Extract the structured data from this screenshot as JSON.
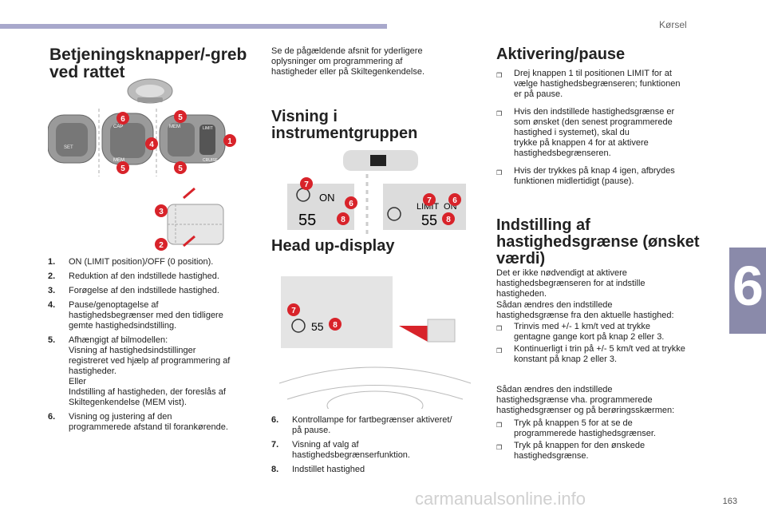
{
  "section_label": "Kørsel",
  "chapter_number": "6",
  "page_number": "163",
  "watermark": "carmanualsonline.info",
  "left": {
    "title": "Betjeningsknapper/-greb\nved rattet",
    "items": [
      {
        "num": "1.",
        "text": "ON (LIMIT position)/OFF (0 position)."
      },
      {
        "num": "2.",
        "text": "Reduktion af den indstillede hastighed."
      },
      {
        "num": "3.",
        "text": "Forøgelse af den indstillede hastighed."
      },
      {
        "num": "4.",
        "text": "Pause/genoptagelse af\nhastighedsbegrænser med den tidligere\ngemte hastighedsindstilling."
      },
      {
        "num": "5.",
        "text": "Afhængigt af bilmodellen:\nVisning af hastighedsindstillinger\nregistreret ved hjælp af programmering af\nhastigheder.\nEller\nIndstilling af hastigheden, der foreslås af\nSkiltegenkendelse (MEM vist)."
      },
      {
        "num": "6.",
        "text": "Visning og justering af den\nprogrammerede afstand til forankørende."
      }
    ],
    "badges": [
      "6",
      "5",
      "4",
      "1",
      "5",
      "5",
      "3",
      "2"
    ],
    "lever_labels": {
      "cap": "CAP",
      "mem1": "MEM",
      "mem2": "MEM",
      "limit": "LIMIT",
      "cruise": "CRUISE"
    }
  },
  "middle": {
    "intro": "Se de pågældende afsnit for yderligere\noplysninger om programmering af\nhastigheder eller på Skiltegenkendelse.",
    "title1": "Visning i\ninstrumentgruppen",
    "cluster_left": {
      "on": "ON",
      "speed": "55",
      "badges": [
        "7",
        "6",
        "8"
      ]
    },
    "cluster_right": {
      "limit_on": "LIMIT  ON",
      "speed": "55",
      "badges": [
        "7",
        "6",
        "8"
      ]
    },
    "title2": "Head up-display",
    "hud": {
      "speed": "55",
      "badges": [
        "7",
        "8"
      ]
    },
    "items": [
      {
        "num": "6.",
        "text": "Kontrollampe for fartbegrænser aktiveret/\npå pause."
      },
      {
        "num": "7.",
        "text": "Visning af valg af\nhastighedsbegrænserfunktion."
      },
      {
        "num": "8.",
        "text": "Indstillet hastighed"
      }
    ]
  },
  "right": {
    "title1": "Aktivering/pause",
    "bullets1": [
      "Drej knappen 1 til positionen LIMIT for at\nvælge hastighedsbegrænseren; funktionen\ner på pause.",
      "Hvis den indstillede hastighedsgrænse er\nsom ønsket (den senest programmerede\nhastighed i systemet), skal du\ntrykke på knappen 4 for at aktivere\nhastighedsbegrænseren.",
      "Hvis der trykkes på knap 4 igen, afbrydes\nfunktionen midlertidigt (pause)."
    ],
    "title2": "Indstilling af\nhastighedsgrænse (ønsket\nværdi)",
    "para1": "Det er ikke nødvendigt at aktivere\nhastighedsbegrænseren for at indstille\nhastigheden.",
    "para2": "Sådan ændres den indstillede\nhastighedsgrænse fra den aktuelle hastighed:",
    "bullets2": [
      "Trinvis med +/- 1 km/t ved at trykke\ngentagne gange kort på knap 2 eller 3.",
      "Kontinuerligt i trin på +/- 5 km/t ved at trykke\nkonstant på knap 2 eller 3."
    ],
    "para3": "Sådan ændres den indstillede\nhastighedsgrænse vha. programmerede\nhastighedsgrænser og på berøringsskærmen:",
    "bullets3": [
      "Tryk på knappen 5 for at se de\nprogrammerede hastighedsgrænser.",
      "Tryk på knappen for den ønskede\nhastighedsgrænse."
    ],
    "bullet_glyph": "❒"
  },
  "colors": {
    "badge": "#d8232a",
    "accent_bar": "#a8a8cc",
    "chapter_tab": "#8a8aaa"
  }
}
